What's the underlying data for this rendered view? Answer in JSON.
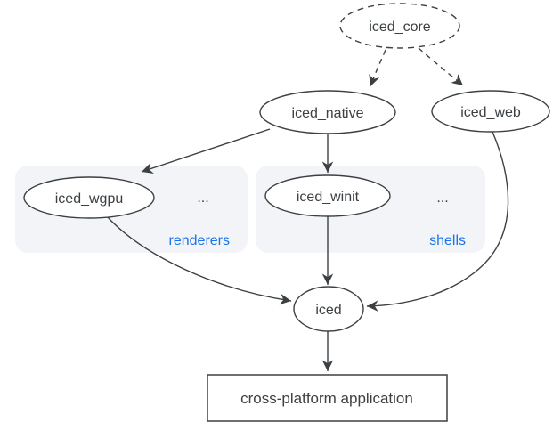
{
  "diagram": {
    "nodes": {
      "iced_core": {
        "label": "iced_core"
      },
      "iced_native": {
        "label": "iced_native"
      },
      "iced_web": {
        "label": "iced_web"
      },
      "iced_wgpu": {
        "label": "iced_wgpu"
      },
      "iced_winit": {
        "label": "iced_winit"
      },
      "iced": {
        "label": "iced"
      },
      "app": {
        "label": "cross-platform application"
      }
    },
    "groups": {
      "renderers": {
        "label": "renderers",
        "ellipsis": "..."
      },
      "shells": {
        "label": "shells",
        "ellipsis": "..."
      }
    },
    "colors": {
      "node_stroke": "#3c4043",
      "text": "#3c4043",
      "group_fill": "#f2f4f8",
      "group_label": "#1a73e8",
      "background": "#ffffff"
    }
  }
}
